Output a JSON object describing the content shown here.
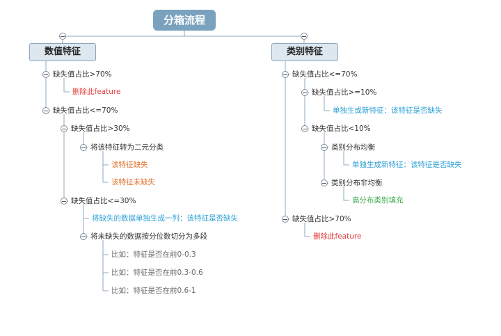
{
  "root": "分箱流程",
  "branches": {
    "numeric": "数值特征",
    "categorical": "类别特征"
  },
  "numeric": {
    "gt70": "缺失值占比>70%",
    "gt70_drop": "删除此feature",
    "le70": "缺失值占比<=70%",
    "gt30": "缺失值占比>30%",
    "to_binary": "将该特征转为二元分类",
    "missing": "该特征缺失",
    "not_missing": "该特征未缺失",
    "le30": "缺失值占比<=30%",
    "new_column": "将缺失的数据单独生成一列：该特征是否缺失",
    "quantile": "将未缺失的数据按分位数切分为多段",
    "ex1": "比如：特征是否在前0-0.3",
    "ex2": "比如：特征是否在前0.3-0.6",
    "ex3": "比如：特征是否在前0.6-1"
  },
  "categorical": {
    "le70": "缺失值占比<=70%",
    "ge10": "缺失值占比>=10%",
    "ge10_new": "单独生成新特征：该特征是否缺失",
    "lt10": "缺失值占比<10%",
    "balanced": "类别分布均衡",
    "balanced_new": "单独生成新特征：该特征是否缺失",
    "unbalanced": "类别分布非均衡",
    "fill": "高分布类别填充",
    "gt70": "缺失值占比>70%",
    "gt70_drop": "删除此feature"
  },
  "colors": {
    "root_bg": "#7aa2be",
    "branch_bg": "#dde7ef",
    "line": "#8fa9bf",
    "red": "#e53e3e",
    "orange": "#e0702a",
    "blue": "#2c9fd6",
    "green": "#3aa84b",
    "gray": "#6b6b6b"
  },
  "icons": [
    "collapse-toggle-icon"
  ]
}
